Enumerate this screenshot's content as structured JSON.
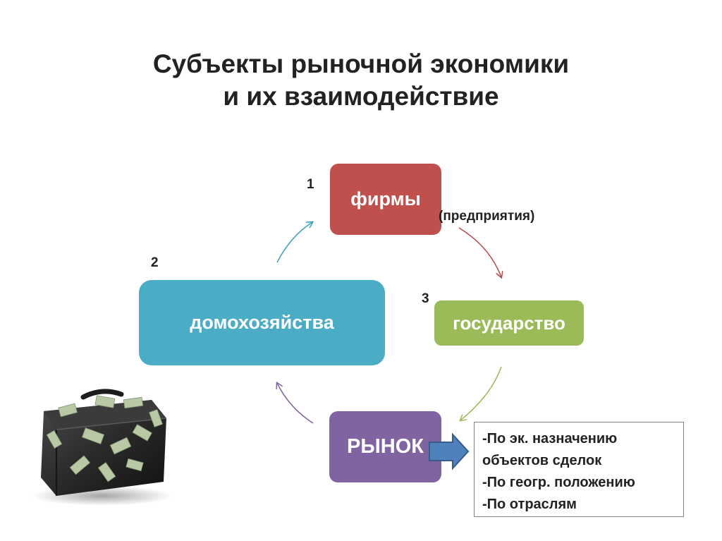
{
  "title": {
    "line1": "Субъекты рыночной экономики",
    "line2": "и их взаимодействие"
  },
  "nodes": {
    "firms": {
      "label": "фирмы",
      "number": "1",
      "note": "(предприятия)",
      "color": "#c0504d"
    },
    "households": {
      "label": "домохозяйства",
      "number": "2",
      "color": "#4bacc6"
    },
    "state": {
      "label": "государство",
      "number": "3",
      "color": "#9bbb59"
    },
    "market": {
      "label": "РЫНОК",
      "color": "#8064a2"
    }
  },
  "market_types": {
    "items": [
      "-По эк. назначению",
      "объектов сделок",
      "-По геогр. положению",
      "-По отраслям"
    ]
  },
  "icons": {
    "bag": "money-bag-icon",
    "arrow": "right-arrow-icon"
  }
}
